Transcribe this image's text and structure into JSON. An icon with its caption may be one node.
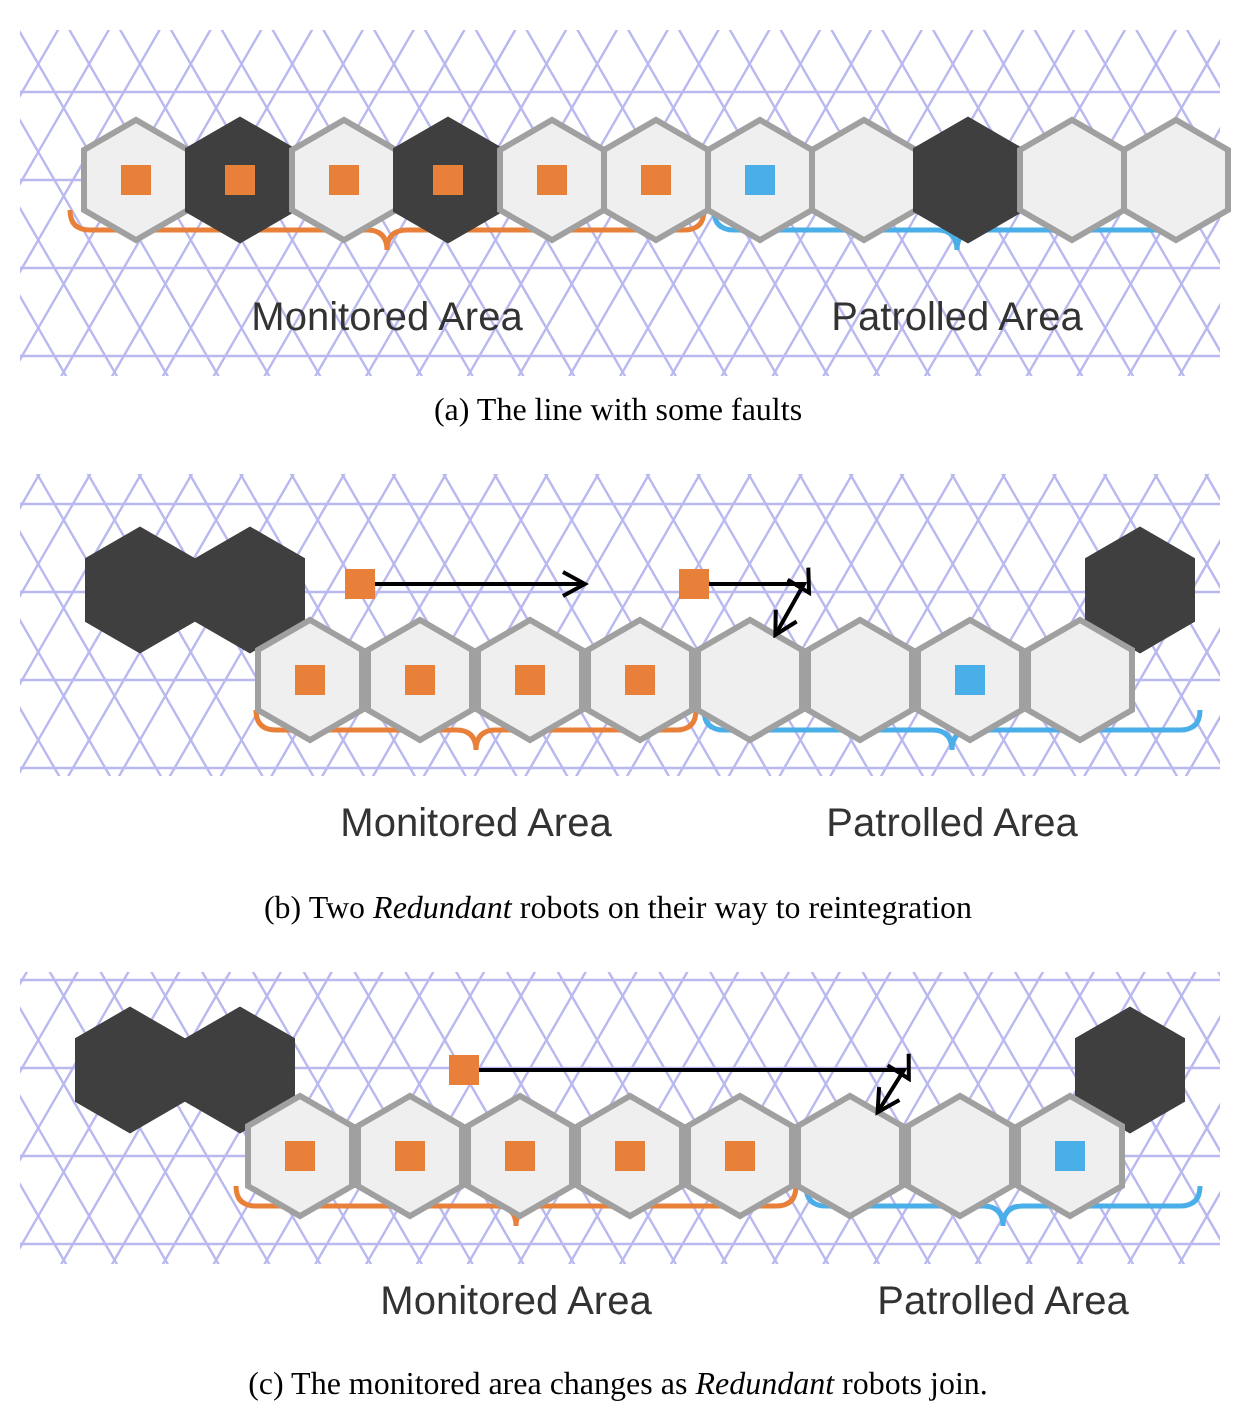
{
  "diagram": {
    "nodes": [
      {
        "text": [],
        "shape": "hexagon"
      },
      {
        "text": [],
        "shape": "box",
        "in": 0
      },
      {
        "text": [],
        "shape": "hexagon"
      },
      {
        "text": [],
        "shape": "box",
        "in": 2
      },
      {
        "text": [],
        "shape": "hexagon"
      },
      {
        "text": [],
        "shape": "box",
        "in": 4
      },
      {
        "text": [],
        "shape": "hexagon"
      },
      {
        "text": [],
        "shape": "box",
        "in": 6
      },
      {
        "text": [],
        "shape": "hexagon"
      },
      {
        "text": [],
        "shape": "box",
        "in": 8
      },
      {
        "text": [],
        "shape": "hexagon"
      },
      {
        "text": [],
        "shape": "box",
        "in": 10
      },
      {
        "text": [],
        "shape": "hexagon"
      },
      {
        "text": [],
        "shape": "box",
        "in": 12
      },
      {
        "text": [],
        "shape": "hexagon"
      },
      {
        "text": [],
        "shape": "hexagon"
      },
      {
        "text": [],
        "shape": "hexagon"
      },
      {
        "text": [],
        "shape": "hexagon"
      },
      {
        "text": [],
        "shape": "hexagon"
      },
      {
        "text": [],
        "shape": "hexagon"
      },
      {
        "text": [],
        "shape": "box"
      },
      {
        "text": [],
        "shape": "box"
      },
      {
        "text": [],
        "shape": "hexagon"
      },
      {
        "text": [],
        "shape": "hexagon"
      },
      {
        "text": [],
        "shape": "box",
        "in": 23
      },
      {
        "text": [],
        "shape": "hexagon"
      },
      {
        "text": [],
        "shape": "box",
        "in": 25
      },
      {
        "text": [],
        "shape": "hexagon"
      },
      {
        "text": [],
        "shape": "box",
        "in": 27
      },
      {
        "text": [],
        "shape": "hexagon"
      },
      {
        "text": [],
        "shape": "box",
        "in": 29
      },
      {
        "text": [],
        "shape": "hexagon"
      },
      {
        "text": [],
        "shape": "hexagon"
      },
      {
        "text": [],
        "shape": "hexagon"
      },
      {
        "text": [],
        "shape": "box",
        "in": 33
      },
      {
        "text": [],
        "shape": "hexagon"
      },
      {
        "text": [],
        "shape": "hexagon"
      },
      {
        "text": [],
        "shape": "hexagon"
      },
      {
        "text": [],
        "shape": "box"
      },
      {
        "text": [],
        "shape": "hexagon"
      },
      {
        "text": [],
        "shape": "hexagon"
      },
      {
        "text": [],
        "shape": "box",
        "in": 40
      },
      {
        "text": [],
        "shape": "hexagon"
      },
      {
        "text": [],
        "shape": "box",
        "in": 42
      },
      {
        "text": [],
        "shape": "hexagon"
      },
      {
        "text": [],
        "shape": "box",
        "in": 44
      },
      {
        "text": [],
        "shape": "hexagon"
      },
      {
        "text": [],
        "shape": "box",
        "in": 46
      },
      {
        "text": [],
        "shape": "hexagon"
      },
      {
        "text": [],
        "shape": "box",
        "in": 48
      },
      {
        "text": [],
        "shape": "hexagon"
      },
      {
        "text": [],
        "shape": "hexagon"
      },
      {
        "text": [],
        "shape": "hexagon"
      },
      {
        "text": [],
        "shape": "box",
        "in": 52
      }
    ],
    "edges": [
      {
        "from": 20,
        "to": null,
        "arrow": "to"
      },
      {
        "from": 21,
        "to": 31,
        "arrow": "to"
      },
      {
        "from": 38,
        "to": 50,
        "arrow": "to"
      }
    ],
    "labels": [
      "Monitored Area",
      "Patrolled Area",
      "(a) The line with some faults",
      "Monitored Area",
      "Patrolled Area",
      "(b) Two *Redundant* robots on their way to reintegration",
      "Monitored Area",
      "Patrolled Area",
      "(c) The monitored area changes as *Redundant* robots join."
    ]
  }
}
